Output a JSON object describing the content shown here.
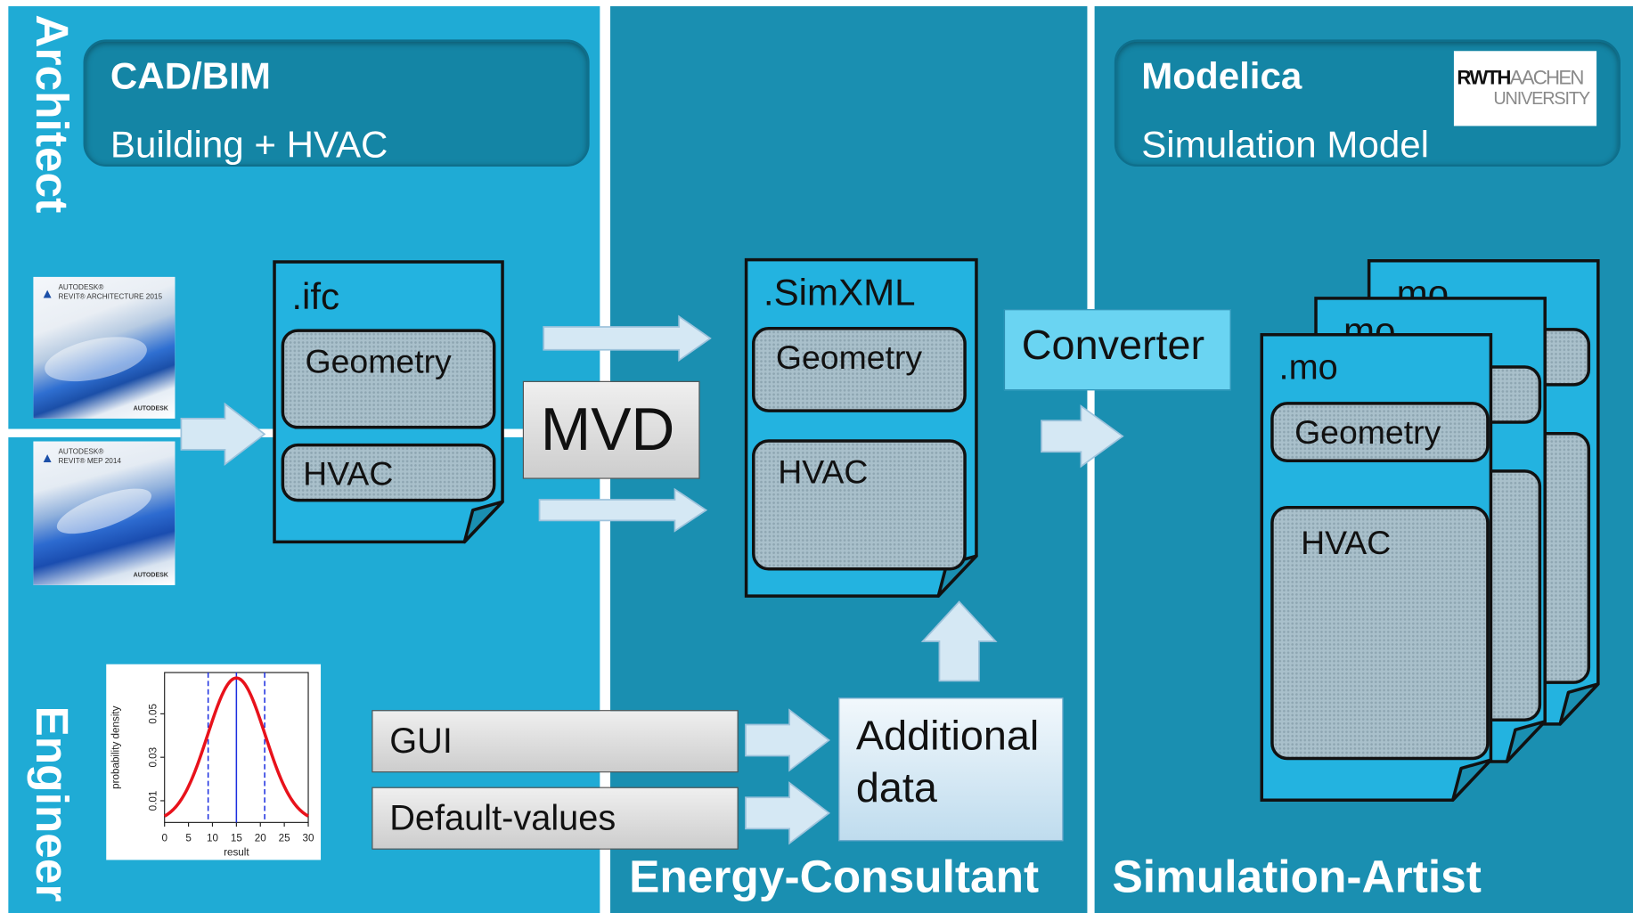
{
  "roles": {
    "architect": "Architect",
    "engineer": "Engineer",
    "energy_consultant": "Energy-Consultant",
    "simulation_artist": "Simulation-Artist"
  },
  "banners": {
    "cad": {
      "title": "CAD/BIM",
      "subtitle": "Building + HVAC"
    },
    "modelica": {
      "title": "Modelica",
      "subtitle": "Simulation Model"
    }
  },
  "logos": {
    "rwth_line1a": "RWTH",
    "rwth_line1b": "AACHEN",
    "rwth_line2": "UNIVERSITY"
  },
  "software": {
    "revit_arch": {
      "brand": "AUTODESK®",
      "product": "REVIT® ARCHITECTURE 2015",
      "footer": "AUTODESK"
    },
    "revit_mep": {
      "brand": "AUTODESK®",
      "product": "REVIT® MEP 2014",
      "footer": "AUTODESK"
    }
  },
  "ifc_doc": {
    "title": ".ifc",
    "sections": [
      "Geometry",
      "HVAC"
    ]
  },
  "simxml_doc": {
    "title": ".SimXML",
    "sections": [
      "Geometry",
      "HVAC"
    ]
  },
  "mo_docs": {
    "back_title": ".mo",
    "mid_title": ".mo",
    "front_title": ".mo",
    "sections": [
      "Geometry",
      "HVAC"
    ]
  },
  "boxes": {
    "mvd": "MVD",
    "converter": "Converter",
    "gui": "GUI",
    "default_values": "Default-values",
    "additional_data": [
      "Additional",
      "data"
    ]
  },
  "chart_data": {
    "type": "line",
    "title": "",
    "xlabel": "result",
    "ylabel": "probability density",
    "x_ticks": [
      0,
      5,
      10,
      15,
      20,
      25,
      30
    ],
    "y_ticks": [
      "0.01",
      "0.03",
      "0.05"
    ],
    "xlim": [
      0,
      30
    ],
    "ylim": [
      0,
      0.069
    ],
    "series": [
      {
        "type": "normal-curve",
        "mean": 15,
        "sd": 6,
        "color": "#e8121b"
      }
    ],
    "vlines": [
      {
        "x": 15,
        "style": "solid",
        "color": "#1b2ee0"
      },
      {
        "x": 9.1,
        "style": "dashed",
        "color": "#1b2ee0"
      },
      {
        "x": 20.9,
        "style": "dashed",
        "color": "#1b2ee0"
      }
    ]
  },
  "colors": {
    "lane_light": "#1fabd5",
    "lane_dark": "#1a8fb1",
    "doc_fill": "#23b3e0",
    "converter_fill": "#6ad4f2",
    "additional_fill": "#cfe8f6"
  }
}
